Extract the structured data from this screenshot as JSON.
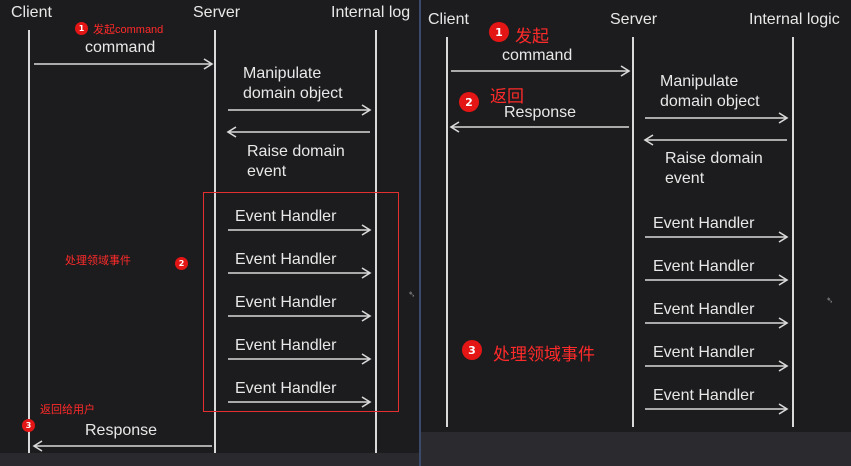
{
  "left": {
    "headers": {
      "client": "Client",
      "server": "Server",
      "internal": "Internal log"
    },
    "step1": {
      "badge": "1",
      "note": "发起command",
      "message": "command"
    },
    "manipulate": {
      "line1": "Manipulate",
      "line2": "domain object"
    },
    "raise": {
      "line1": "Raise domain",
      "line2": "event"
    },
    "handlers": [
      "Event Handler",
      "Event Handler",
      "Event Handler",
      "Event Handler",
      "Event Handler"
    ],
    "step2": {
      "badge": "2",
      "note": "处理领域事件"
    },
    "step3": {
      "badge": "3",
      "note": "返回给用户",
      "message": "Response"
    },
    "highlight_color": "#e23030"
  },
  "right": {
    "headers": {
      "client": "Client",
      "server": "Server",
      "internal": "Internal logic"
    },
    "step1": {
      "badge": "1",
      "note": "发起",
      "message": "command"
    },
    "step2": {
      "badge": "2",
      "note": "返回",
      "message": "Response"
    },
    "manipulate": {
      "line1": "Manipulate",
      "line2": "domain object"
    },
    "raise": {
      "line1": "Raise domain",
      "line2": "event"
    },
    "handlers": [
      "Event Handler",
      "Event Handler",
      "Event Handler",
      "Event Handler",
      "Event Handler"
    ],
    "step3": {
      "badge": "3",
      "note": "处理领域事件"
    }
  },
  "colors": {
    "background": "#1c1c1e",
    "line": "#d9d9d9",
    "annotation": "#ff2a2a",
    "badge": "#e41515"
  }
}
